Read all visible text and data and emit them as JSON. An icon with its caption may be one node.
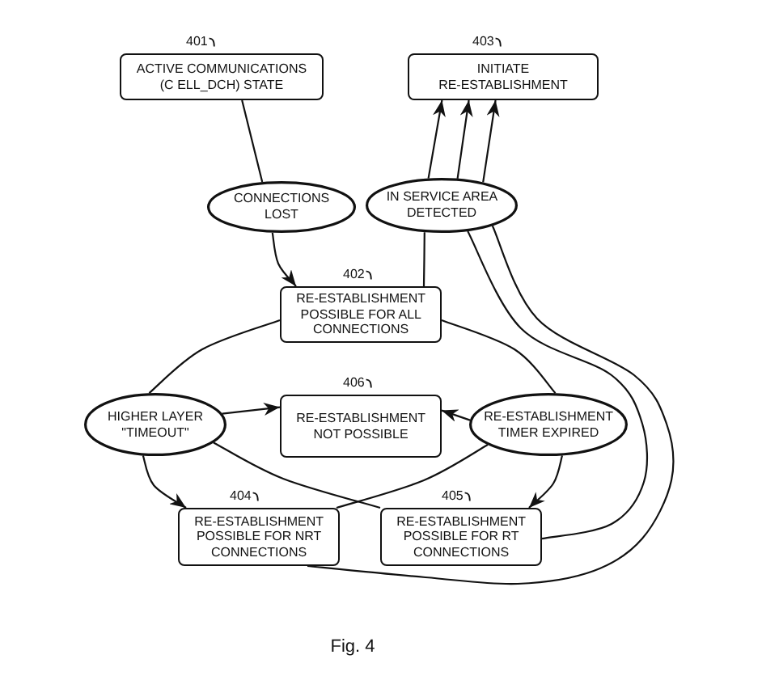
{
  "diagram": {
    "caption": "Fig. 4",
    "nodes": [
      {
        "text": [
          "ACTIVE COMMUNICATIONS (C ELL_DCH) STATE"
        ],
        "beside": [
          "401"
        ]
      },
      {
        "text": [
          "INITIATE RE-ESTABLISHMENT"
        ],
        "beside": [
          "403"
        ]
      },
      {
        "text": [
          "CONNECTIONS LOST"
        ]
      },
      {
        "text": [
          "IN SERVICE AREA DETECTED"
        ]
      },
      {
        "text": [
          "RE-ESTABLISHMENT POSSIBLE FOR ALL CONNECTIONS"
        ],
        "beside": [
          "402"
        ]
      },
      {
        "text": [
          "HIGHER LAYER \"TIMEOUT\""
        ]
      },
      {
        "text": [
          "RE-ESTABLISHMENT NOT POSSIBLE"
        ],
        "beside": [
          "406"
        ]
      },
      {
        "text": [
          "RE-ESTABLISHMENT TIMER EXPIRED"
        ]
      },
      {
        "text": [
          "RE-ESTABLISHMENT POSSIBLE FOR NRT CONNECTIONS"
        ],
        "beside": [
          "404"
        ]
      },
      {
        "text": [
          "RE-ESTABLISHMENT POSSIBLE FOR RT CONNECTIONS"
        ],
        "beside": [
          "405"
        ]
      }
    ],
    "edges": [
      {
        "from": 0,
        "to": 2,
        "arrow": "none"
      },
      {
        "from": 2,
        "to": 4,
        "arrow": "to"
      },
      {
        "from": 4,
        "to": 3,
        "arrow": "none"
      },
      {
        "from": 3,
        "to": 1,
        "arrow": "to"
      },
      {
        "from": 3,
        "to": 1,
        "arrow": "to"
      },
      {
        "from": 3,
        "to": 1,
        "arrow": "to"
      },
      {
        "from": 4,
        "to": 5,
        "arrow": "none"
      },
      {
        "from": 4,
        "to": 7,
        "arrow": "none"
      },
      {
        "from": 5,
        "to": 6,
        "arrow": "to"
      },
      {
        "from": 7,
        "to": 6,
        "arrow": "to"
      },
      {
        "from": 5,
        "to": 8,
        "arrow": "to"
      },
      {
        "from": 7,
        "to": 9,
        "arrow": "to"
      },
      {
        "from": 9,
        "to": 5,
        "arrow": "none"
      },
      {
        "from": 8,
        "to": 7,
        "arrow": "none"
      },
      {
        "from": 9,
        "to": 3,
        "arrow": "none"
      },
      {
        "from": 8,
        "to": 3,
        "arrow": "none"
      }
    ]
  }
}
